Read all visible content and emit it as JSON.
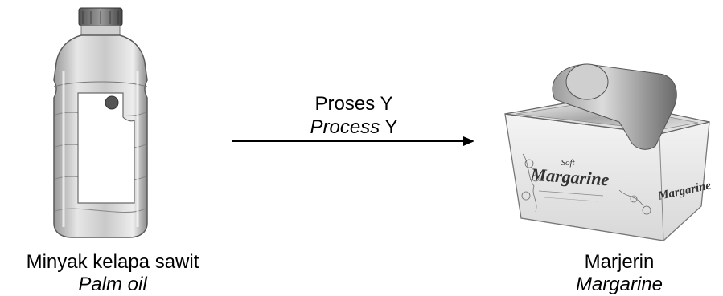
{
  "source": {
    "label_ms": "Minyak kelapa sawit",
    "label_en": "Palm oil"
  },
  "process": {
    "label_ms": "Proses Y",
    "label_en_italic": "Process",
    "label_en_rest": " Y"
  },
  "product": {
    "label_ms": "Marjerin",
    "label_en": "Margarine",
    "pack_brand_small": "Soft",
    "pack_brand": "Margarine"
  },
  "icons": [
    "palm-oil-bottle-icon",
    "margarine-tub-icon",
    "arrow-right-icon"
  ]
}
